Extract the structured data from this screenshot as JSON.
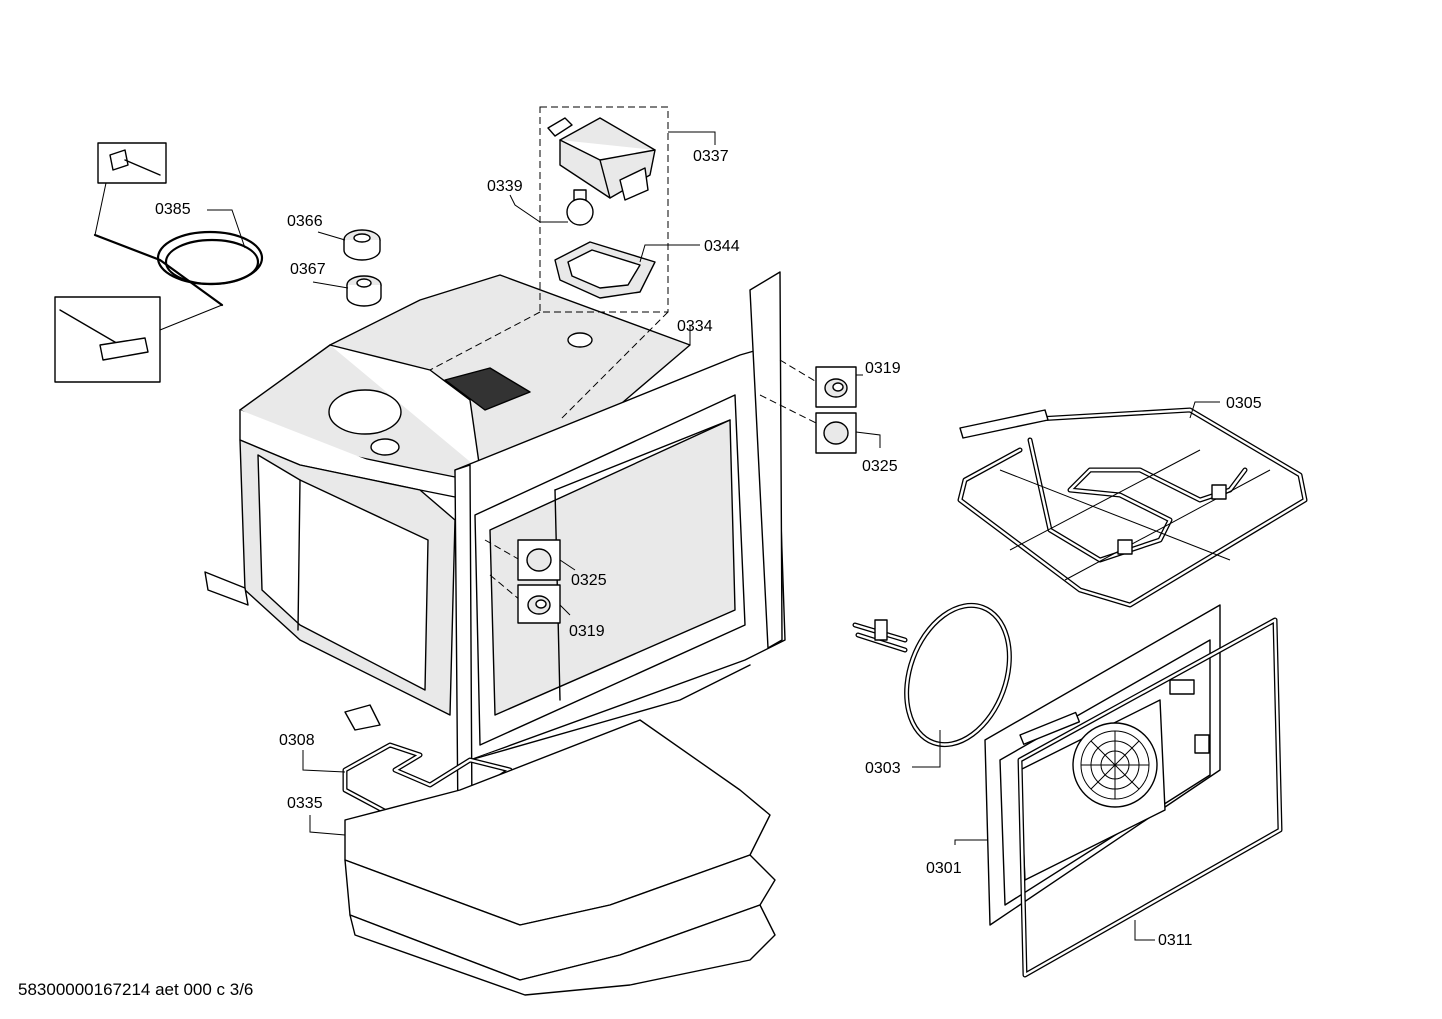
{
  "footer": {
    "code": "58300000167214 aet 000 c 3/6"
  },
  "labels": {
    "p0385": "0385",
    "p0366": "0366",
    "p0367": "0367",
    "p0339": "0339",
    "p0337": "0337",
    "p0344": "0344",
    "p0334": "0334",
    "p0319a": "0319",
    "p0325a": "0325",
    "p0305": "0305",
    "p0325b": "0325",
    "p0319b": "0319",
    "p0308": "0308",
    "p0335": "0335",
    "p0303": "0303",
    "p0301": "0301",
    "p0311": "0311"
  }
}
